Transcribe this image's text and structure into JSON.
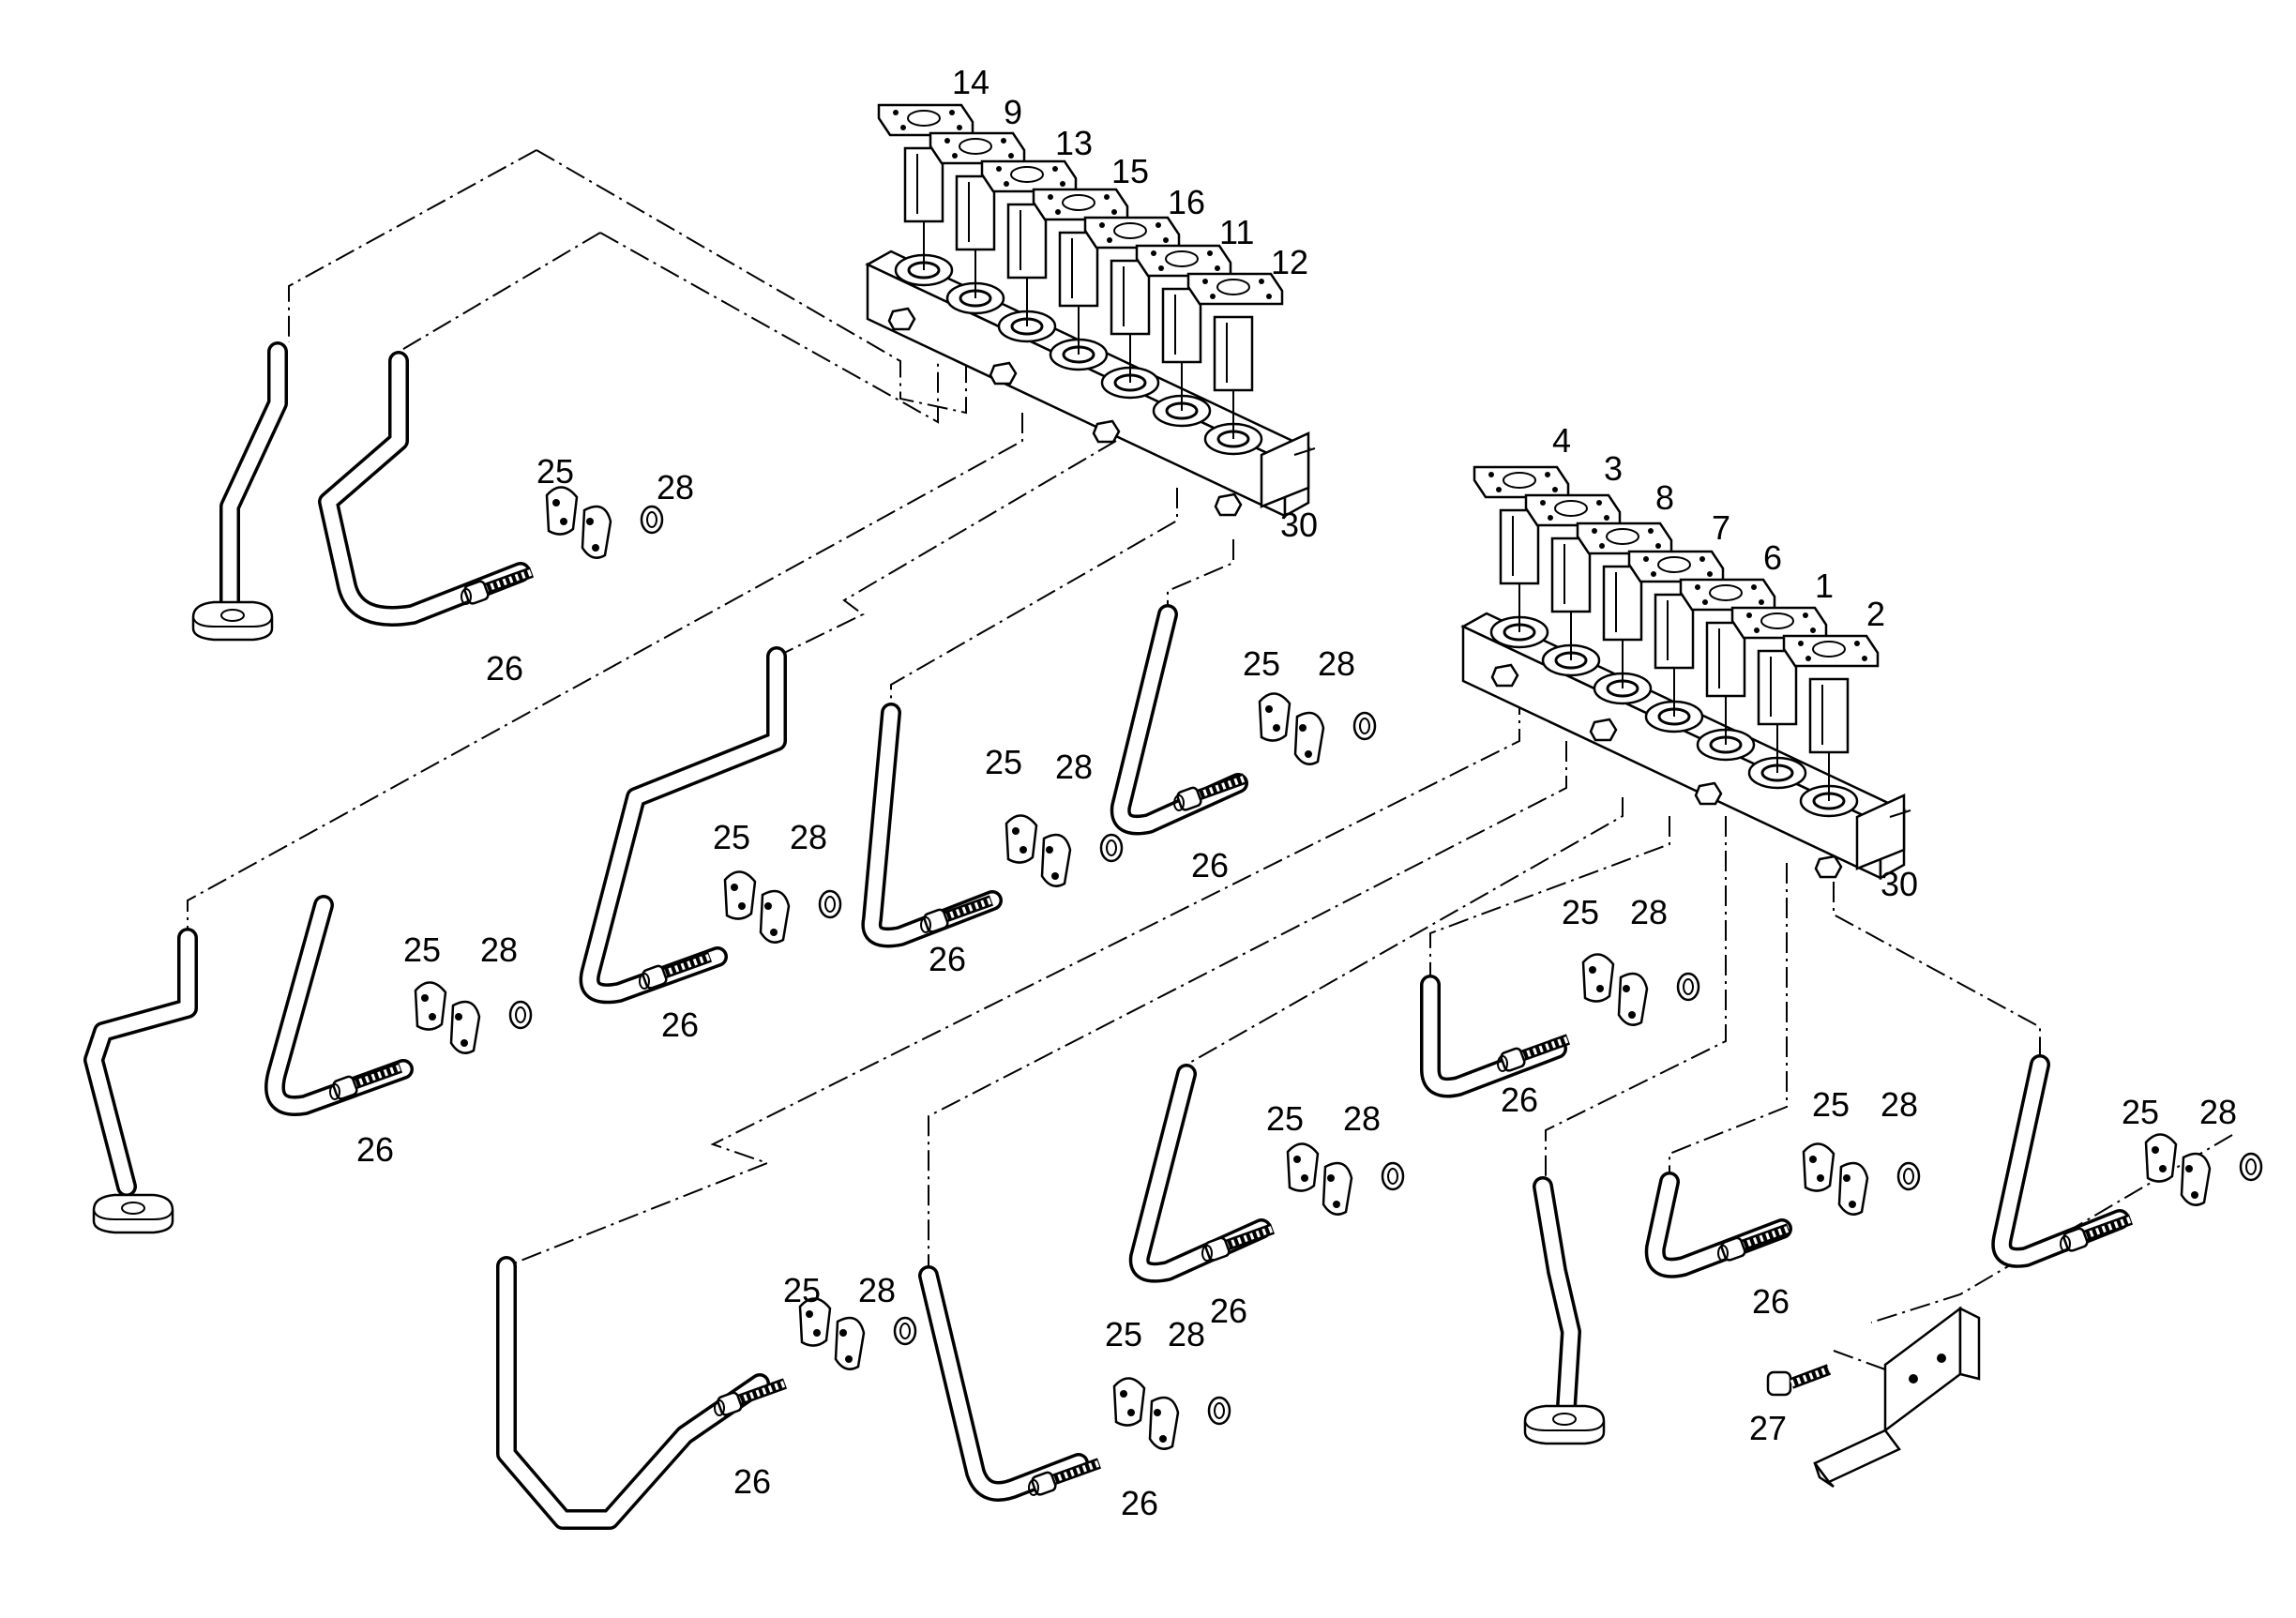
{
  "labels": {
    "l14": "14",
    "l9": "9",
    "l13": "13",
    "l15": "15",
    "l16": "16",
    "l11": "11",
    "l12": "12",
    "l30a": "30",
    "l4": "4",
    "l3": "3",
    "l8": "8",
    "l7": "7",
    "l6": "6",
    "l1": "1",
    "l2": "2",
    "l30b": "30",
    "l25": "25",
    "l28": "28",
    "l26": "26",
    "l27": "27"
  }
}
